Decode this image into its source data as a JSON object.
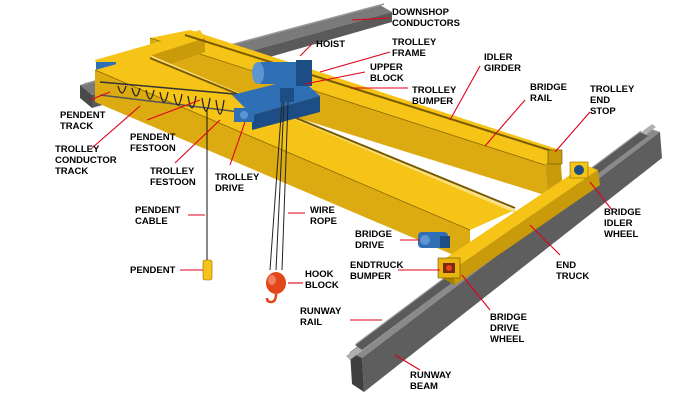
{
  "colors": {
    "girder": "#f5c417",
    "girder_dark": "#c99a0a",
    "girder_light": "#fbe07a",
    "hoist": "#2f6fb5",
    "hoist_dark": "#1d4d85",
    "rail": "#6e6e6e",
    "rail_dark": "#3a3a3a",
    "hook": "#e2461b",
    "leader": "#e0001b"
  },
  "labels": [
    {
      "id": "downshop-conductors",
      "lines": [
        "DOWNSHOP",
        "CONDUCTORS"
      ]
    },
    {
      "id": "hoist",
      "lines": [
        "HOIST"
      ]
    },
    {
      "id": "trolley-frame",
      "lines": [
        "TROLLEY",
        "FRAME"
      ]
    },
    {
      "id": "upper-block",
      "lines": [
        "UPPER",
        "BLOCK"
      ]
    },
    {
      "id": "idler-girder",
      "lines": [
        "IDLER",
        "GIRDER"
      ]
    },
    {
      "id": "trolley-bumper",
      "lines": [
        "TROLLEY",
        "BUMPER"
      ]
    },
    {
      "id": "bridge-rail",
      "lines": [
        "BRIDGE",
        "RAIL"
      ]
    },
    {
      "id": "trolley-end-stop",
      "lines": [
        "TROLLEY",
        "END",
        "STOP"
      ]
    },
    {
      "id": "pendent-track",
      "lines": [
        "PENDENT",
        "TRACK"
      ]
    },
    {
      "id": "pendent-festoon",
      "lines": [
        "PENDENT",
        "FESTOON"
      ]
    },
    {
      "id": "trolley-conductor-track",
      "lines": [
        "TROLLEY",
        "CONDUCTOR",
        "TRACK"
      ]
    },
    {
      "id": "trolley-festoon",
      "lines": [
        "TROLLEY",
        "FESTOON"
      ]
    },
    {
      "id": "trolley-drive",
      "lines": [
        "TROLLEY",
        "DRIVE"
      ]
    },
    {
      "id": "bridge-idler-wheel",
      "lines": [
        "BRIDGE",
        "IDLER",
        "WHEEL"
      ]
    },
    {
      "id": "pendent-cable",
      "lines": [
        "PENDENT",
        "CABLE"
      ]
    },
    {
      "id": "wire-rope",
      "lines": [
        "WIRE",
        "ROPE"
      ]
    },
    {
      "id": "bridge-drive",
      "lines": [
        "BRIDGE",
        "DRIVE"
      ]
    },
    {
      "id": "end-truck",
      "lines": [
        "END",
        "TRUCK"
      ]
    },
    {
      "id": "pendent",
      "lines": [
        "PENDENT"
      ]
    },
    {
      "id": "endtruck-bumper",
      "lines": [
        "ENDTRUCK",
        "BUMPER"
      ]
    },
    {
      "id": "hook-block",
      "lines": [
        "HOOK",
        "BLOCK"
      ]
    },
    {
      "id": "runway-rail",
      "lines": [
        "RUNWAY",
        "RAIL"
      ]
    },
    {
      "id": "bridge-drive-wheel",
      "lines": [
        "BRIDGE",
        "DRIVE",
        "WHEEL"
      ]
    },
    {
      "id": "runway-beam",
      "lines": [
        "RUNWAY",
        "BEAM"
      ]
    }
  ]
}
